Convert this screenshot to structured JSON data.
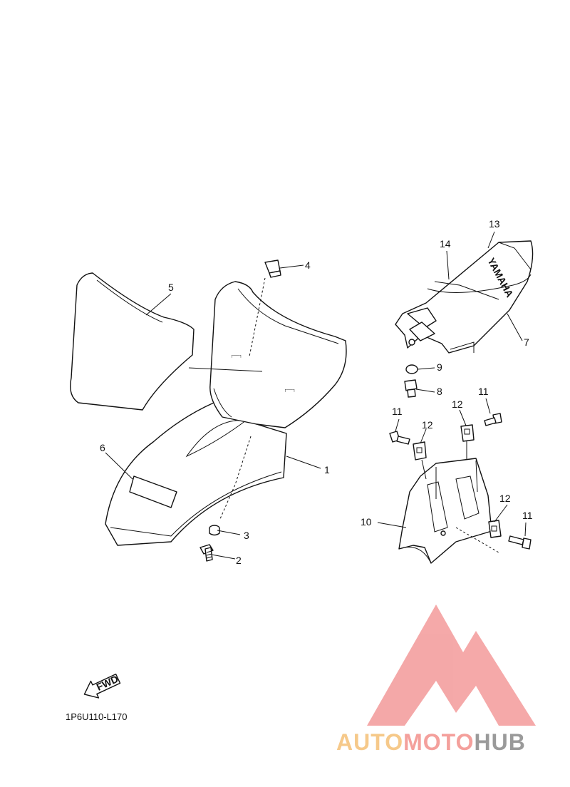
{
  "diagram_code": "1P6U110-L170",
  "fwd_label": "FWD",
  "seat_branding": "YAMAHA",
  "callouts": [
    "1",
    "2",
    "3",
    "4",
    "5",
    "6",
    "7",
    "8",
    "9",
    "10",
    "11",
    "11",
    "11",
    "12",
    "12",
    "12",
    "13",
    "14"
  ],
  "watermark": {
    "parts": [
      "AUTO",
      "MOTO",
      "HUB"
    ],
    "colors": {
      "auto": "#f6c98a",
      "moto": "#f4a09c",
      "hub": "#9a9a9a",
      "logo": "#f39a9a"
    }
  }
}
